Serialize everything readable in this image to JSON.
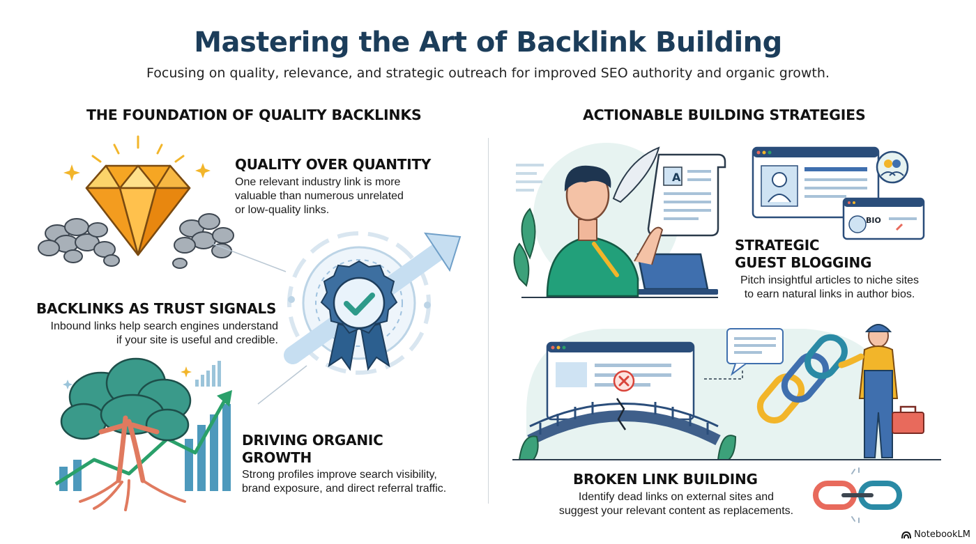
{
  "header": {
    "title": "Mastering the Art of Backlink Building",
    "subtitle": "Focusing on quality, relevance, and strategic outreach for improved SEO authority and organic growth."
  },
  "left_section": {
    "heading": "THE FOUNDATION OF QUALITY BACKLINKS",
    "items": [
      {
        "title": "QUALITY OVER QUANTITY",
        "lines": [
          "One relevant industry link is more",
          "valuable than numerous unrelated",
          "or low-quality links."
        ],
        "icon": "diamond-icon"
      },
      {
        "title": "BACKLINKS AS TRUST SIGNALS",
        "lines": [
          "Inbound links help search engines understand",
          "if your site is useful and credible."
        ],
        "icon": "trust-badge-icon"
      },
      {
        "title_lines": [
          "DRIVING ORGANIC",
          "GROWTH"
        ],
        "lines": [
          "Strong profiles improve search visibility,",
          "brand exposure, and direct referral traffic."
        ],
        "icon": "growth-tree-icon"
      }
    ]
  },
  "right_section": {
    "heading": "ACTIONABLE BUILDING STRATEGIES",
    "items": [
      {
        "title_lines": [
          "STRATEGIC",
          "GUEST BLOGGING"
        ],
        "lines": [
          "Pitch insightful articles to niche sites",
          "to earn natural links in author bios."
        ],
        "icon": "guest-blogging-icon",
        "doc_letter": "A",
        "bio_label": "BIO"
      },
      {
        "title": "BROKEN LINK BUILDING",
        "lines": [
          "Identify dead links on external sites and",
          "suggest your relevant content as replacements."
        ],
        "icon": "broken-link-icon"
      }
    ]
  },
  "footer": {
    "brand": "NotebookLM"
  },
  "colors": {
    "title": "#1c3d5a",
    "accent_teal": "#2e9a8a",
    "accent_blue": "#3f6fae",
    "gold": "#f4a623",
    "coral": "#e86a5c"
  }
}
